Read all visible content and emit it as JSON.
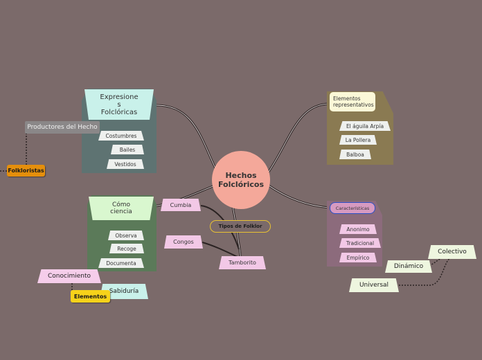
{
  "center": {
    "title_line1": "Hechos",
    "title_line2": "Folclóricos"
  },
  "expresiones": {
    "title_line1": "Expresione",
    "title_line2": "s",
    "title_line3": "Folclóricas",
    "items": [
      "Costumbres",
      "Bailes",
      "Vestidos"
    ]
  },
  "productores": "Productores del Hecho",
  "folkloristas": "Folkloristas",
  "elementos_rep": {
    "title_line1": "Elementos",
    "title_line2": "representativos",
    "items": [
      "El águila Arpía",
      "La Pollera",
      "Balboa"
    ]
  },
  "caracteristicas": {
    "title": "Características",
    "items": [
      "Anonimo",
      "Tradicional",
      "Empírico"
    ]
  },
  "dinamico": "Dinámico",
  "colectivo": "Colectivo",
  "universal": "Universal",
  "como_ciencia": {
    "title_line1": "Cómo",
    "title_line2": "ciencia",
    "items": [
      "Observa",
      "Recoge",
      "Documenta"
    ]
  },
  "conocimiento": "Conocimiento",
  "elementos": "Elementos",
  "sabiduria": "Sabiduría",
  "tipos": {
    "title": "Tipos de Folklor",
    "items": [
      "Cumbia",
      "Congos",
      "Tamborito"
    ]
  },
  "colors": {
    "background": "#7b6a6a",
    "center": "#f4a89a",
    "expresiones_panel": "#5e7372",
    "expresiones_head": "#c9f1ea",
    "elementos_panel": "#8a7a52",
    "caracteristicas_panel": "#8c6b7c",
    "ciencia_panel": "#5b7a59",
    "ciencia_head": "#d9f7cf",
    "pink_node": "#f2c8e6",
    "cream_node": "#eef6df",
    "orange_tag": "#e58f0c",
    "yellow_tag": "#f7d21a",
    "connector": "#2a2222"
  }
}
